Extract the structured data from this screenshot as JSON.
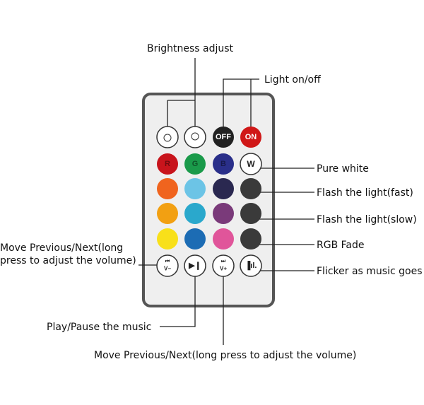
{
  "labels": {
    "brightness": "Brightness adjust",
    "light_onoff": "Light on/off",
    "pure_white": "Pure white",
    "flash_fast": "Flash the light(fast)",
    "flash_slow": "Flash the light(slow)",
    "rgb_fade": "RGB Fade",
    "flicker_music": "Flicker as music goes",
    "prev_next_left_1": "Move Previous/Next(long",
    "prev_next_left_2": "press to adjust the volume)",
    "play_pause": "Play/Pause the music",
    "prev_next_bottom": "Move Previous/Next(long press to adjust the volume)"
  },
  "buttons": {
    "off": "OFF",
    "on": "ON",
    "r": "R",
    "g": "G",
    "b": "B",
    "w": "W",
    "vminus": "V−",
    "vplus": "V+"
  },
  "colors": {
    "row2": [
      "#c8141c",
      "#1a9a4a",
      "#2a2f8a"
    ],
    "row3": [
      "#f0641e",
      "#6cc4e6",
      "#2a2850"
    ],
    "row4": [
      "#f2a012",
      "#2aa8cc",
      "#7a3a7a"
    ],
    "row5": [
      "#f8e01a",
      "#1c6cb4",
      "#e0559a"
    ],
    "dark": "#3a3a3a",
    "off": "#222222",
    "on": "#d01818"
  }
}
